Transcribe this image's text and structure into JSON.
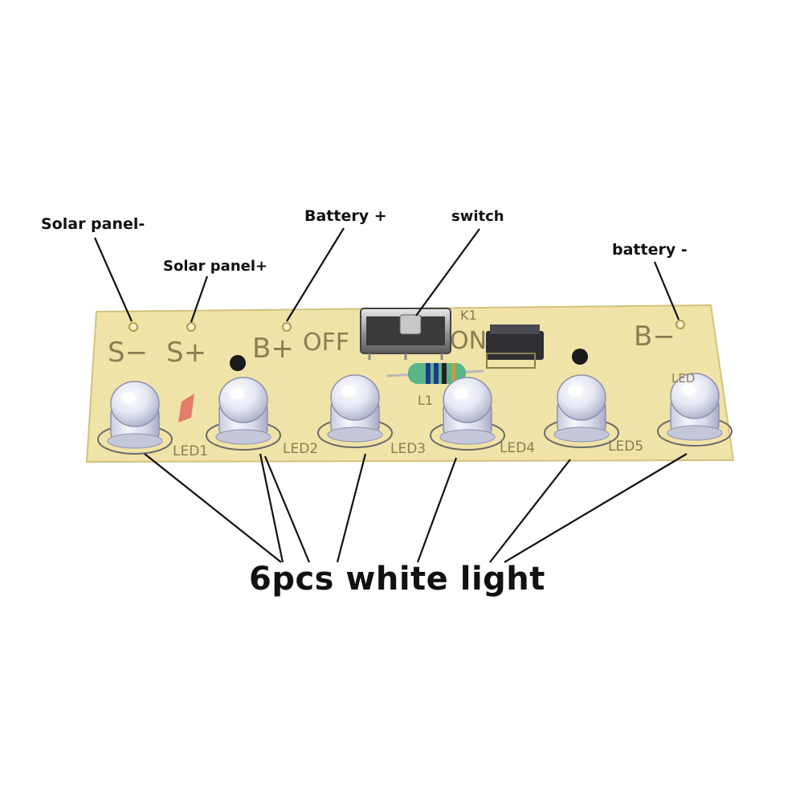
{
  "callouts": {
    "solar_panel_neg": "Solar panel-",
    "solar_panel_pos": "Solar panel+",
    "battery_pos": "Battery +",
    "switch": "switch",
    "battery_neg": "battery -",
    "leds": "6pcs white light"
  },
  "silkscreen": {
    "s_minus": "S−",
    "s_plus": "S+",
    "b_plus": "B+",
    "off": "OFF",
    "on": "ON",
    "k1": "K1",
    "b_minus": "B−",
    "l1": "L1",
    "led_labels": [
      "LED1",
      "LED2",
      "LED3",
      "LED4",
      "LED5",
      "LED"
    ]
  },
  "colors": {
    "pcb": "#efe3a8",
    "pcb_edge": "#d9c98a",
    "annotation_line": "#111111"
  }
}
